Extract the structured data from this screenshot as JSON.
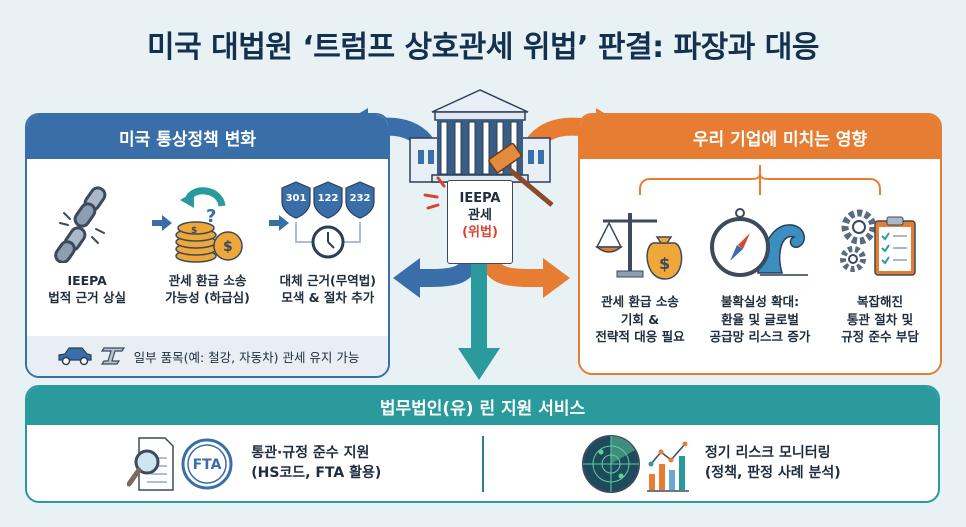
{
  "title": "미국 대법원 ‘트럼프 상호관세 위법’ 판결: 파장과 대응",
  "center": {
    "icon": "supreme-court-building-icon",
    "doc_line1": "IEEPA",
    "doc_line2": "관세",
    "doc_line3": "(위법)"
  },
  "left_panel": {
    "header": "미국 통상정책 변화",
    "items": [
      {
        "icon": "broken-chain-icon",
        "line1": "IEEPA",
        "line2": "법적 근거 상실"
      },
      {
        "icon": "coin-refund-icon",
        "line1": "관세 환급 소송",
        "line2": "가능성 (하급심)"
      },
      {
        "icon": "shield-clock-icon",
        "shields": [
          "301",
          "122",
          "232"
        ],
        "line1": "대체 근거(무역법)",
        "line2": "모색 & 절차 추가"
      }
    ],
    "note": "일부 품목(예: 철강, 자동차) 관세 유지 가능"
  },
  "right_panel": {
    "header": "우리 기업에 미치는 영향",
    "items": [
      {
        "icon": "scales-money-bag-icon",
        "line1": "관세 환급 소송",
        "line2": "기회 &",
        "line3": "전략적 대응 필요"
      },
      {
        "icon": "compass-wave-icon",
        "line1": "불확실성 확대:",
        "line2": "환율 및 글로벌",
        "line3": "공급망 리스크 증가"
      },
      {
        "icon": "gears-checklist-icon",
        "line1": "복잡해진",
        "line2": "통관 절차 및",
        "line3": "규정 준수 부담"
      }
    ]
  },
  "bottom_panel": {
    "header": "법무법인(유) 린 지원 서비스",
    "items": [
      {
        "icon": "document-search-fta-icon",
        "line1": "통관·규정 준수 지원",
        "line2": "(HS코드, FTA 활용)"
      },
      {
        "icon": "radar-chart-icon",
        "line1": "정기 리스크 모니터링",
        "line2": "(정책, 판정 사례 분석)"
      }
    ]
  },
  "colors": {
    "blue": "#3a6ea8",
    "orange": "#e67d33",
    "teal": "#2a9a9c",
    "title": "#14304f",
    "alert_red": "#d9452f"
  }
}
